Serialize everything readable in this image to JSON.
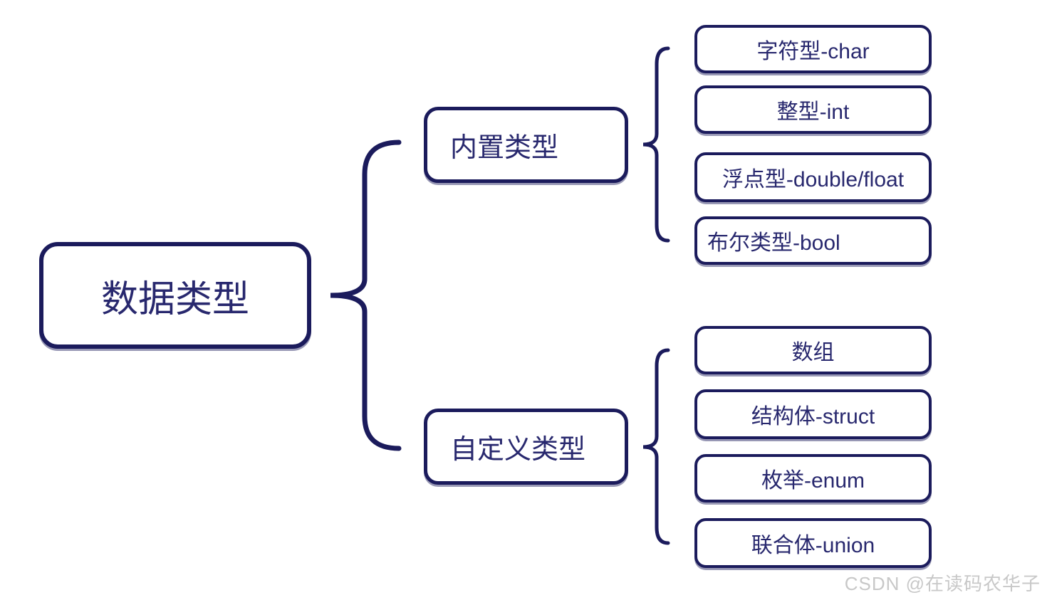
{
  "diagram": {
    "root": {
      "label": "数据类型"
    },
    "branches": [
      {
        "label": "内置类型",
        "children": [
          {
            "label": "字符型-char"
          },
          {
            "label": "整型-int"
          },
          {
            "label": "浮点型-double/float"
          },
          {
            "label": "布尔类型-bool"
          }
        ]
      },
      {
        "label": "自定义类型",
        "children": [
          {
            "label": "数组"
          },
          {
            "label": "结构体-struct"
          },
          {
            "label": "枚举-enum"
          },
          {
            "label": "联合体-union"
          }
        ]
      }
    ]
  },
  "watermark": {
    "text": "CSDN @在读码农华子"
  },
  "colors": {
    "line": "#1b1b5c",
    "text": "#28286e",
    "watermark": "#c8c8c8",
    "background": "#ffffff"
  }
}
